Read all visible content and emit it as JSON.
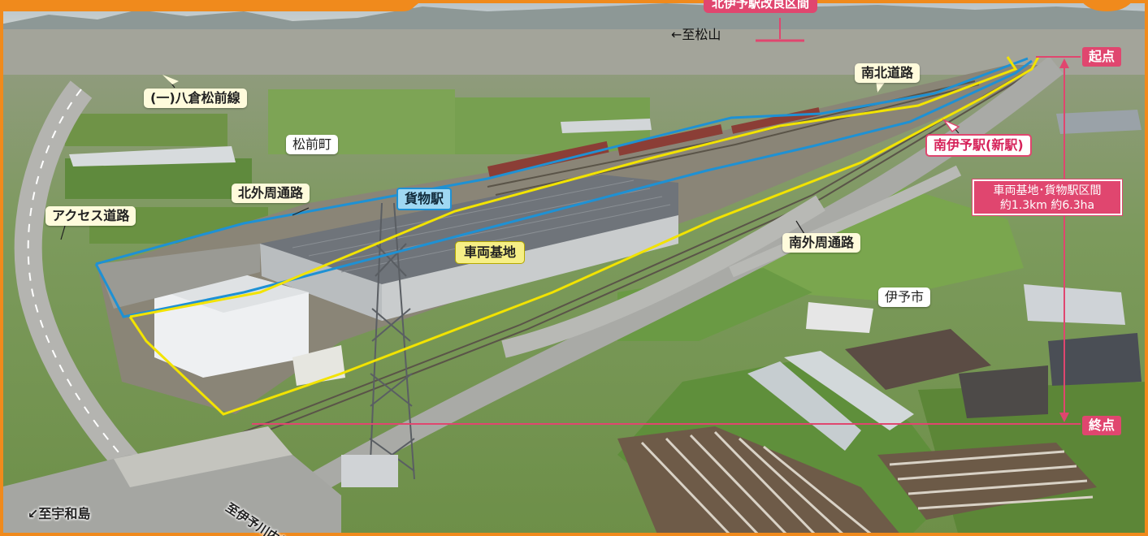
{
  "header": {
    "section_title": "北伊予駅改良区間"
  },
  "labels": {
    "to_matsuyama": "←至松山",
    "yakura_matsumae_line": "(一)八倉松前線",
    "nanboku_road": "南北道路",
    "matsumae_town": "松前町",
    "kita_gaishu_road": "北外周通路",
    "freight_station": "貨物駅",
    "access_road": "アクセス道路",
    "vehicle_base": "車両基地",
    "minami_iyo_station": "南伊予駅(新駅)",
    "minami_gaishu_road": "南外周通路",
    "iyo_city": "伊予市",
    "start_point": "起点",
    "end_point": "終点",
    "distance_title": "車両基地･貨物駅区間",
    "distance_value": "約1.3km 約6.3ha",
    "to_iyo_kawauchi": "至伊予川内線→",
    "to_uwajima": "↙至宇和島"
  },
  "colors": {
    "frame_orange": "#f08a1c",
    "freight_outline_blue": "#1e91d4",
    "base_outline_yellow": "#f2e300",
    "section_pink": "#e0466f"
  }
}
